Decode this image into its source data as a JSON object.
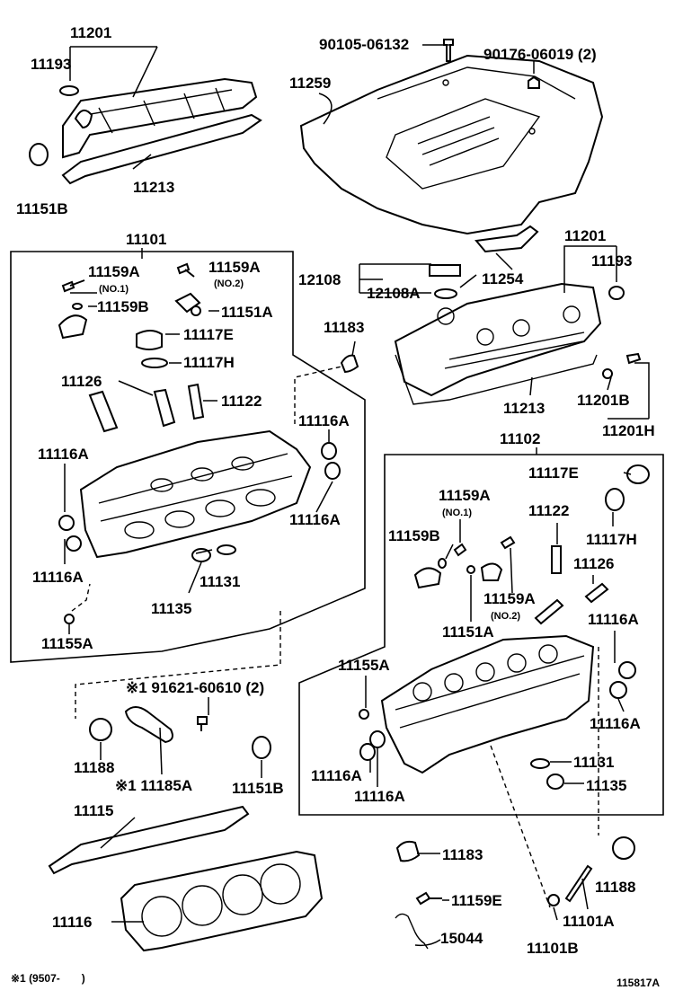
{
  "labels": {
    "p11201_top": "11201",
    "p11193_top": "11193",
    "p11213_top": "11213",
    "p11151B_top": "11151B",
    "p90105": "90105-06132",
    "p90176": "90176-06019 (2)",
    "p11259": "11259",
    "p11101": "11101",
    "p11159A_l1": "11159A",
    "no1_l": "(NO.1)",
    "p11159A_l2": "11159A",
    "no2_l": "(NO.2)",
    "p11159B_l": "11159B",
    "p11151A_l": "11151A",
    "p11117E_l": "11117E",
    "p11117H_l": "11117H",
    "p11126_l": "11126",
    "p11122_l": "11122",
    "p11116A_l1": "11116A",
    "p11116A_l2": "11116A",
    "p11116A_l3": "11116A",
    "p11116A_l4": "11116A",
    "p11131_l": "11131",
    "p11135_l": "11135",
    "p11155A_l": "11155A",
    "p11183_top": "11183",
    "p12108": "12108",
    "p12108A": "12108A",
    "p11254": "11254",
    "p11201_r": "11201",
    "p11193_r": "11193",
    "p11213_r": "11213",
    "p11201B": "11201B",
    "p11201H": "11201H",
    "p11102": "11102",
    "p11117E_r": "11117E",
    "p11117H_r": "11117H",
    "p11159A_r1": "11159A",
    "no1_r": "(NO.1)",
    "p11159B_r": "11159B",
    "p11122_r": "11122",
    "p11126_r": "11126",
    "p11159A_r2": "11159A",
    "no2_r": "(NO.2)",
    "p11151A_r": "11151A",
    "p11116A_r1": "11116A",
    "p11116A_r2": "11116A",
    "p11155A_r": "11155A",
    "p11116A_r3": "11116A",
    "p11116A_r4": "11116A",
    "p11131_r": "11131",
    "p11135_r": "11135",
    "p91621": "※1 91621-60610 (2)",
    "p11188_l": "11188",
    "p11185A": "※1 11185A",
    "p11151B_b": "11151B",
    "p11115": "11115",
    "p11183_b": "11183",
    "p11188_r": "11188",
    "p11116": "11116",
    "p11159E": "11159E",
    "p15044": "15044",
    "p11101A": "11101A",
    "p11101B": "11101B"
  },
  "footnote": "※1 (9507-　　)",
  "figure_id": "115817A"
}
